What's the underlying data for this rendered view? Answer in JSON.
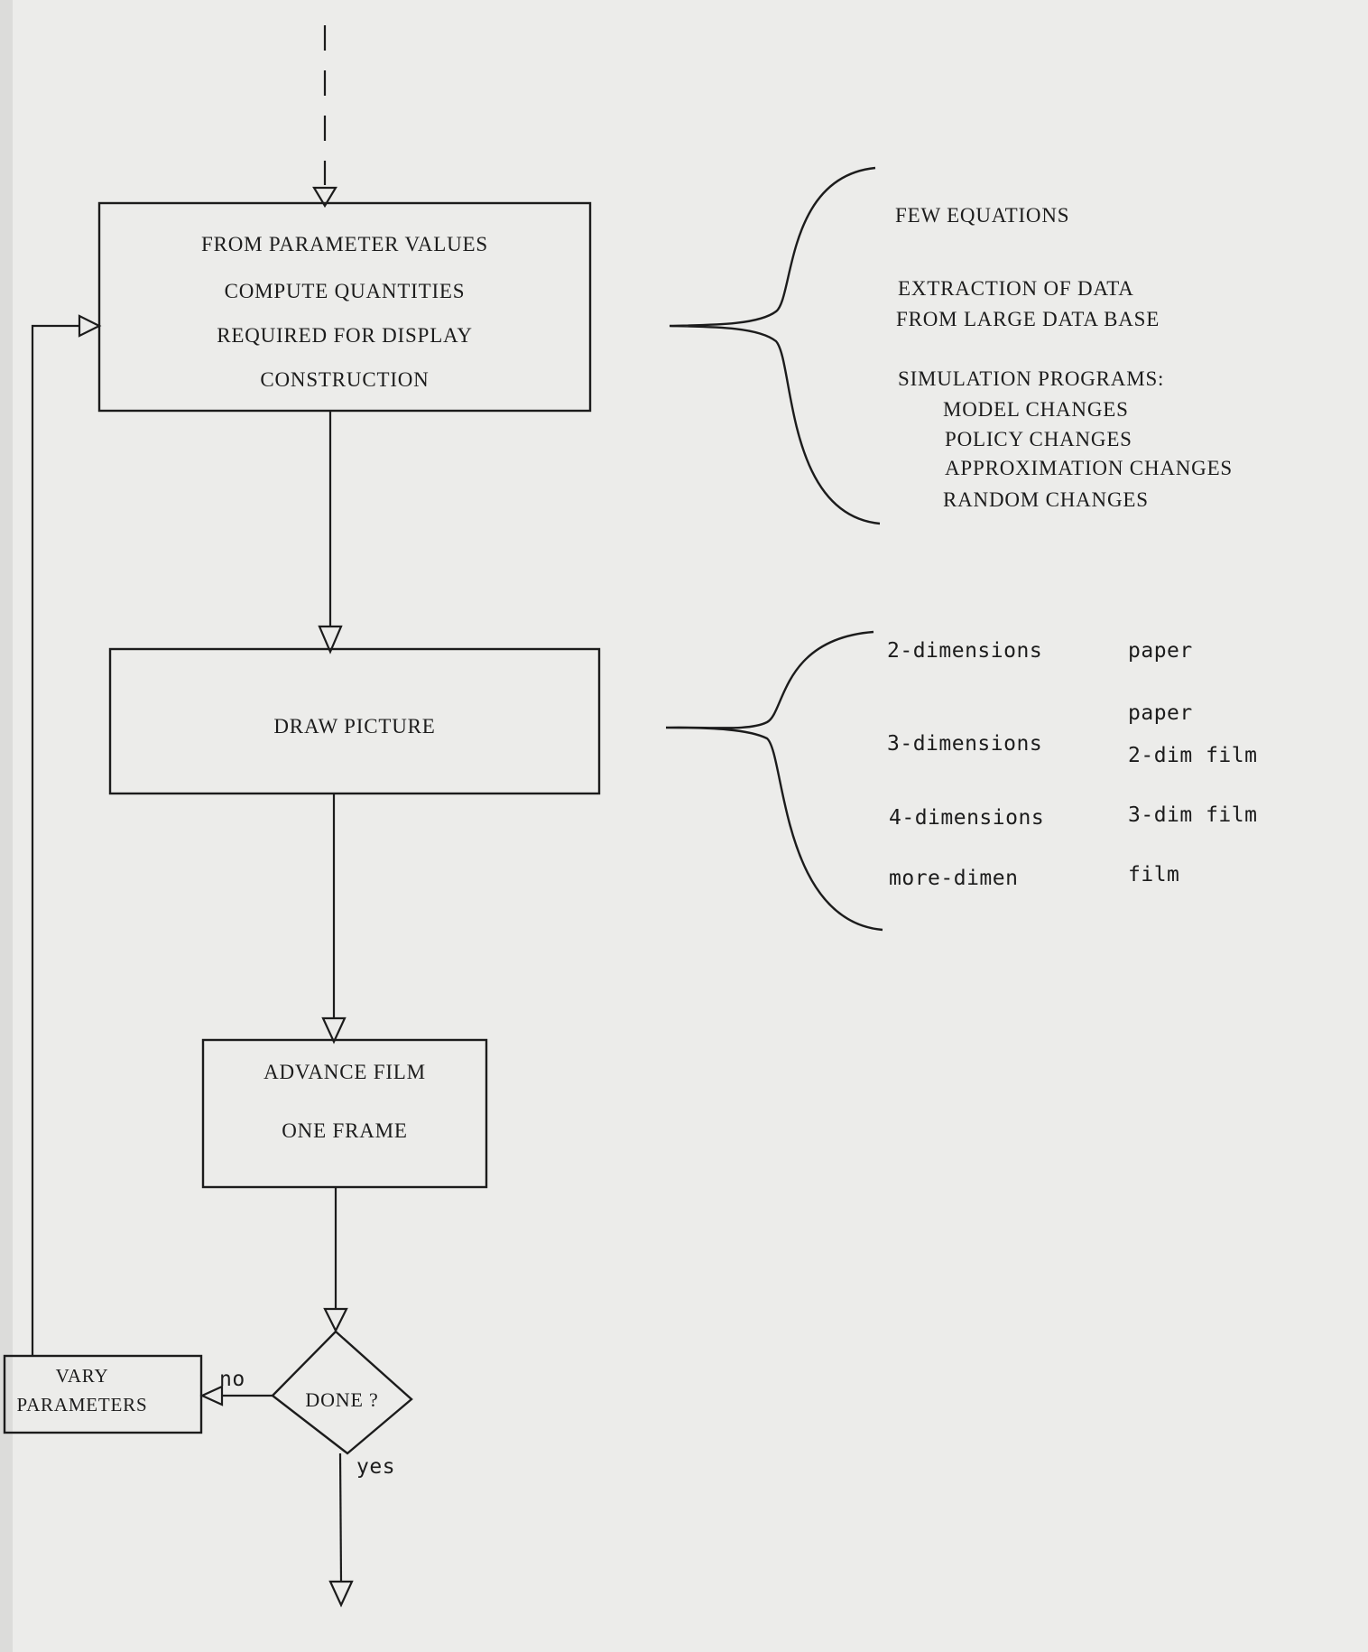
{
  "boxes": {
    "compute": [
      "FROM PARAMETER VALUES",
      "COMPUTE  QUANTITIES",
      "REQUIRED FOR DISPLAY",
      "CONSTRUCTION"
    ],
    "draw": "DRAW  PICTURE",
    "advance": [
      "ADVANCE FILM",
      "ONE  FRAME"
    ],
    "vary": [
      "VARY",
      "PARAMETERS"
    ]
  },
  "decision": {
    "label": "DONE ?",
    "no": "no",
    "yes": "yes"
  },
  "compute_notes": {
    "few_equations": "FEW EQUATIONS",
    "extraction": [
      "EXTRACTION OF DATA",
      "FROM LARGE DATA BASE"
    ],
    "simulation_title": "SIMULATION PROGRAMS:",
    "simulation_items": [
      "MODEL CHANGES",
      "POLICY CHANGES",
      "APPROXIMATION CHANGES",
      "RANDOM CHANGES"
    ]
  },
  "media_table": [
    {
      "dims": "2-dimensions",
      "media": [
        "paper"
      ]
    },
    {
      "dims": "3-dimensions",
      "media": [
        "paper",
        "2-dim film"
      ]
    },
    {
      "dims": "4-dimensions",
      "media": [
        "3-dim film"
      ]
    },
    {
      "dims": "more-dimen",
      "media": [
        "film"
      ]
    }
  ]
}
